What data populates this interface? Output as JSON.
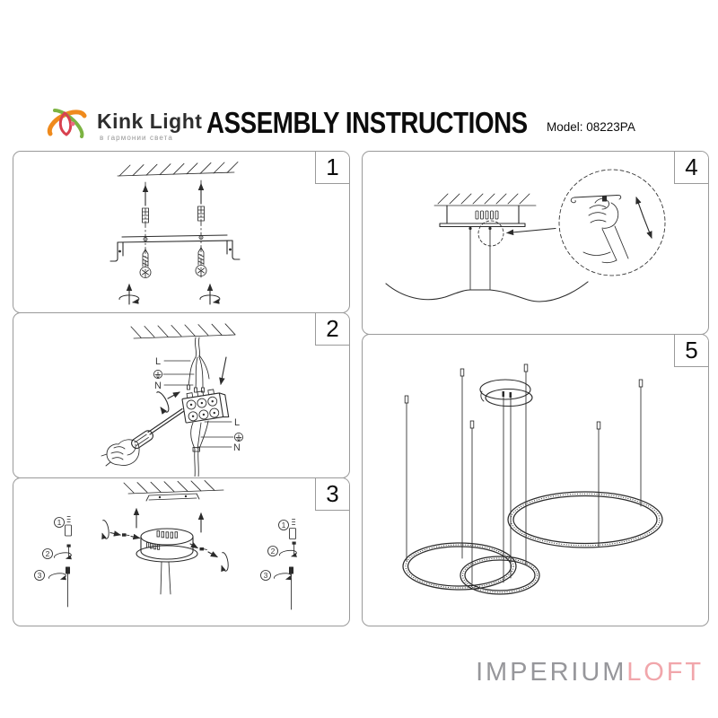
{
  "brand": {
    "name": "Kink Light",
    "tagline": "в гармонии света"
  },
  "title": "ASSEMBLY INSTRUCTIONS",
  "model": "Model: 08223PA",
  "steps": {
    "s1": "1",
    "s2": "2",
    "s3": "3",
    "s4": "4",
    "s5": "5"
  },
  "wiring": {
    "live": "L",
    "neutral": "N"
  },
  "parts_steps": [
    "1",
    "2",
    "3"
  ],
  "watermark": {
    "gray": "IMPERIUM",
    "pink": "LOFT"
  },
  "colors": {
    "line": "#2b2b2b",
    "panel_border": "#9a9a9a",
    "watermark_gray": "#97979b",
    "watermark_pink": "#f1a6ab",
    "logo_orange": "#ef8a1c",
    "logo_green": "#7cb342",
    "logo_red": "#d8414f"
  }
}
